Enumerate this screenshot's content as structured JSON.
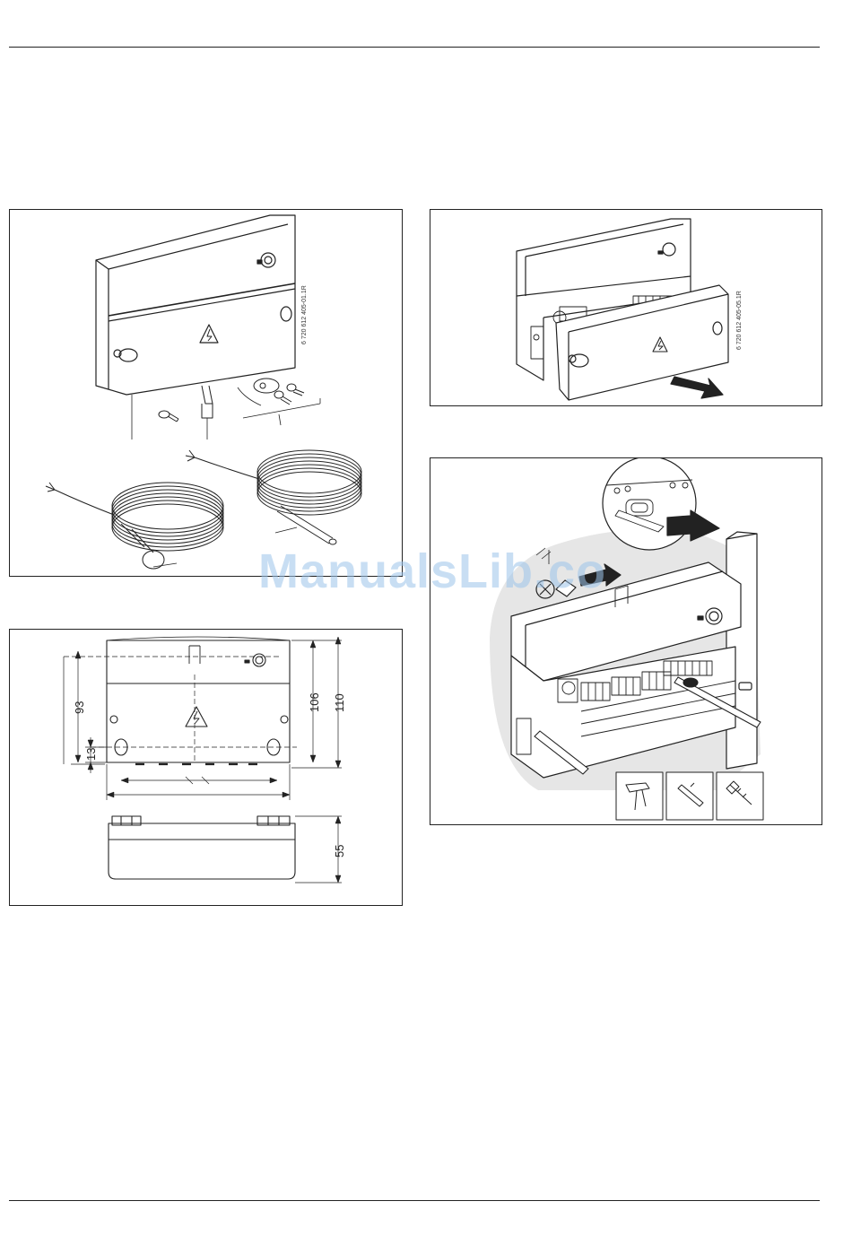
{
  "figures": {
    "fig1": {
      "code": "6 720 612 405-01.1R"
    },
    "fig2": {
      "code": "6 720 612 405-05.1R"
    },
    "fig4": {
      "dim_93": "93",
      "dim_13": "13",
      "dim_106": "106",
      "dim_110": "110",
      "dim_55": "55"
    }
  },
  "watermark": "ManualsLib.co",
  "colors": {
    "line": "#222222",
    "watermark": "#9cc4ea",
    "shadow": "#e6e6e6"
  }
}
